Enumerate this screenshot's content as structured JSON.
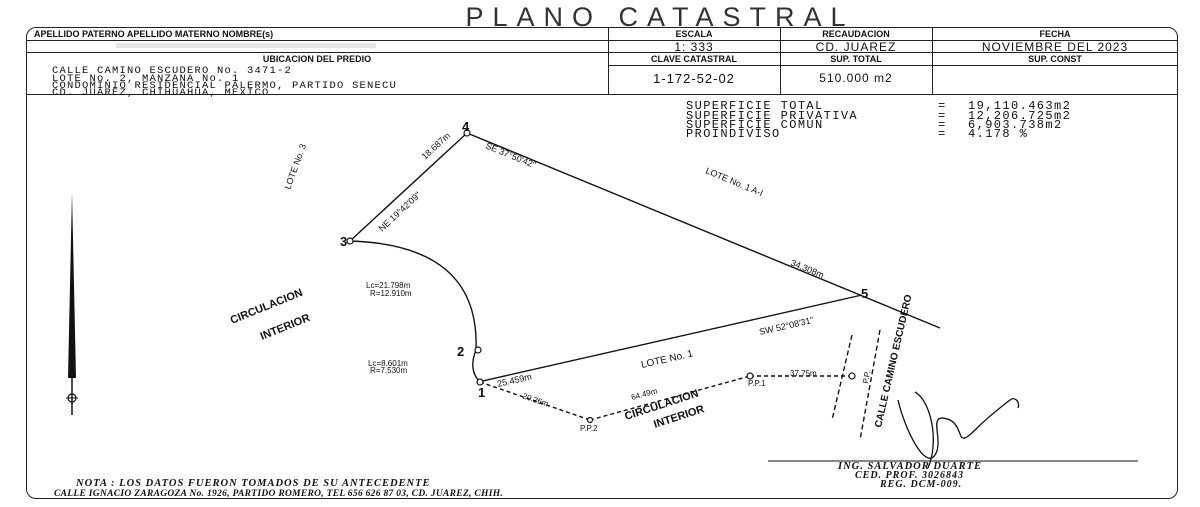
{
  "title": "PLANO CATASTRAL",
  "header": {
    "owner_label": "APELLIDO   PATERNO   APELLIDO MATERNO   NOMBRE(s)",
    "location_label": "UBICACION DEL PREDIO",
    "address_lines": [
      "CALLE CAMINO ESCUDERO No. 3471-2",
      "LOTE No. 2, MANZANA No. 1",
      "CONDOMINIO RESIDENCIAL PALERMO, PARTIDO SENECU",
      "CD. JUAREZ, CHIHUAHUA, MEXICO"
    ],
    "escala_label": "ESCALA",
    "escala_value": "1: 333",
    "clave_label": "CLAVE CATASTRAL",
    "clave_value": "1-172-52-02",
    "recaudacion_label": "RECAUDACION",
    "recaudacion_value": "CD. JUAREZ",
    "sup_total_label": "SUP. TOTAL",
    "sup_total_value": "510.000 m2",
    "fecha_label": "FECHA",
    "fecha_value": "NOVIEMBRE DEL 2023",
    "sup_const_label": "SUP. CONST"
  },
  "superficies": [
    {
      "label": "SUPERFICIE TOTAL",
      "eq": "=",
      "value": "19,110.463m2"
    },
    {
      "label": "SUPERFICIE PRIVATIVA",
      "eq": "=",
      "value": "12,206.725m2"
    },
    {
      "label": "SUPERFICIE COMUN",
      "eq": "=",
      "value": "6,903.738m2"
    },
    {
      "label": "PROINDIVISO",
      "eq": "=",
      "value": "4.178 %"
    }
  ],
  "plan": {
    "vertices": [
      "1",
      "2",
      "3",
      "4",
      "5"
    ],
    "bearing_4_5": "SE  37°50'42\"",
    "bearing_3_4": "NE  19°42'09\"",
    "bearing_5_2": "SW  52°08'31\"",
    "dist_3_4": "18.687m",
    "dist_4_5": "34.308m",
    "dist_1_2": "25.459m",
    "curve1_lc": "Lc=21.798m",
    "curve1_r": "R=12.910m",
    "curve2_lc": "Lc=8.601m",
    "curve2_r": "R=7.530m",
    "lote3": "LOTE No. 3",
    "lote1a": "LOTE No. 1 A-I",
    "lote1": "LOTE No. 1",
    "circ1": [
      "CIRCULACION",
      "INTERIOR"
    ],
    "circ2": [
      "CIRCULACION",
      "INTERIOR"
    ],
    "street": "CALLE CAMINO ESCUDERO",
    "dist_1_pp2": "20.26m",
    "dist_pp2_pp1": "64.49m",
    "dist_pp1_pp": "37.75m",
    "pp1": "P.P.1",
    "pp2": "P.P.2",
    "pp": "P.P."
  },
  "engineer": {
    "name": "ING. SALVADOR DUARTE",
    "ced": "CED. PROF. 3026843",
    "reg": "REG. DCM-009."
  },
  "nota": "NOTA :  LOS DATOS FUERON TOMADOS   DE SU ANTECEDENTE",
  "footer": "CALLE IGNACIO ZARAGOZA No. 1926, PARTIDO ROMERO, TEL 656 626 87 03, CD. JUAREZ, CHIH."
}
